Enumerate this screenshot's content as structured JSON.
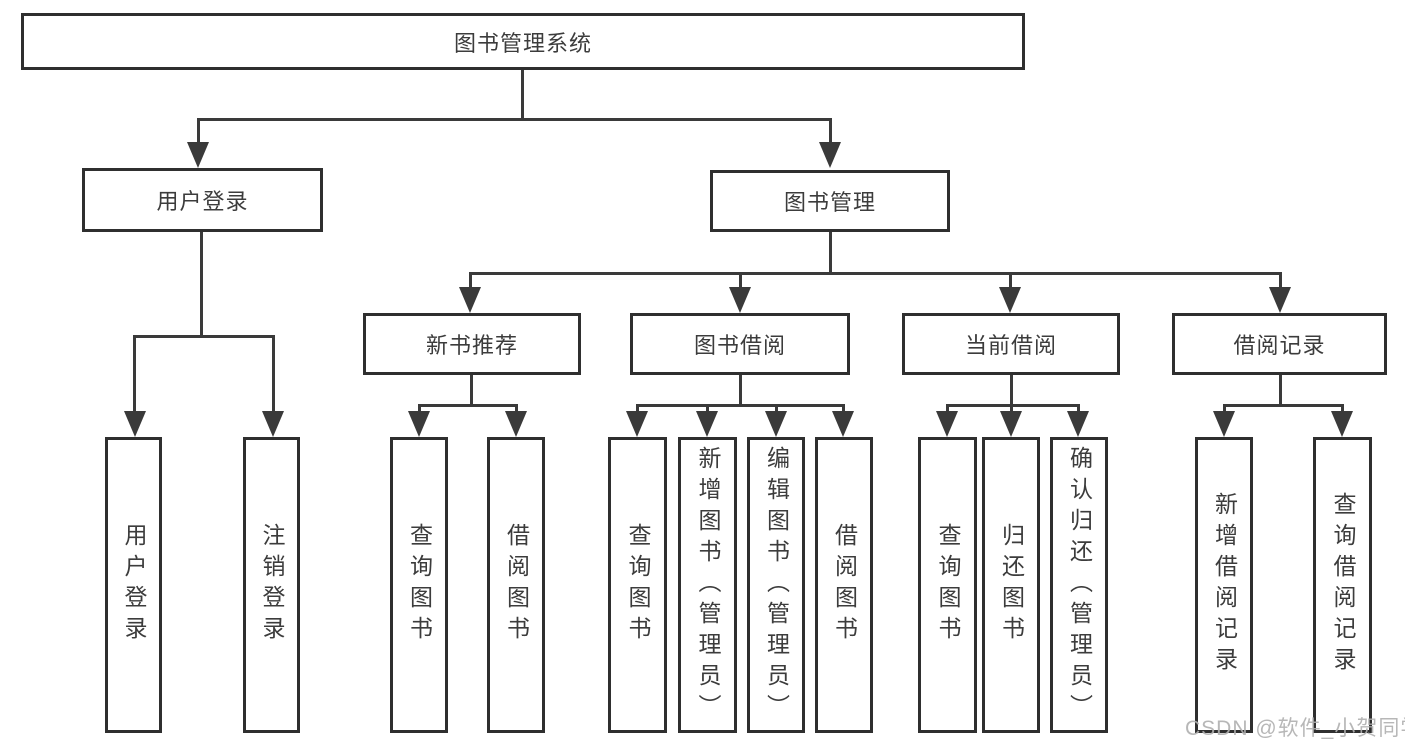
{
  "title": {
    "label": "图书管理系统"
  },
  "level2": {
    "user_login": {
      "label": "用户登录"
    },
    "book_management": {
      "label": "图书管理"
    }
  },
  "level3": {
    "new_book_recommend": {
      "label": "新书推荐"
    },
    "book_borrowing": {
      "label": "图书借阅"
    },
    "current_borrowing": {
      "label": "当前借阅"
    },
    "borrowing_records": {
      "label": "借阅记录"
    }
  },
  "leaves": {
    "user_login_action": {
      "label": "用户登录"
    },
    "logout": {
      "label": "注销登录"
    },
    "rec_query_books": {
      "label": "查询图书"
    },
    "rec_borrow_books": {
      "label": "借阅图书"
    },
    "bb_query_books": {
      "label": "查询图书"
    },
    "bb_add_books": {
      "label": "新增图书（管理员）"
    },
    "bb_edit_books": {
      "label": "编辑图书（管理员）"
    },
    "bb_borrow_books": {
      "label": "借阅图书"
    },
    "cb_query_books": {
      "label": "查询图书"
    },
    "cb_return_books": {
      "label": "归还图书"
    },
    "cb_confirm_return": {
      "label": "确认归还（管理员）"
    },
    "br_add_record": {
      "label": "新增借阅记录"
    },
    "br_query_record": {
      "label": "查询借阅记录"
    }
  },
  "watermark": {
    "text": "CSDN @软件_小贺同学"
  },
  "colors": {
    "line": "#3a3a3a",
    "border": "#2f2f2f",
    "text": "#3c3c3c",
    "watermark": "#b0b0b0",
    "background": "#ffffff"
  }
}
